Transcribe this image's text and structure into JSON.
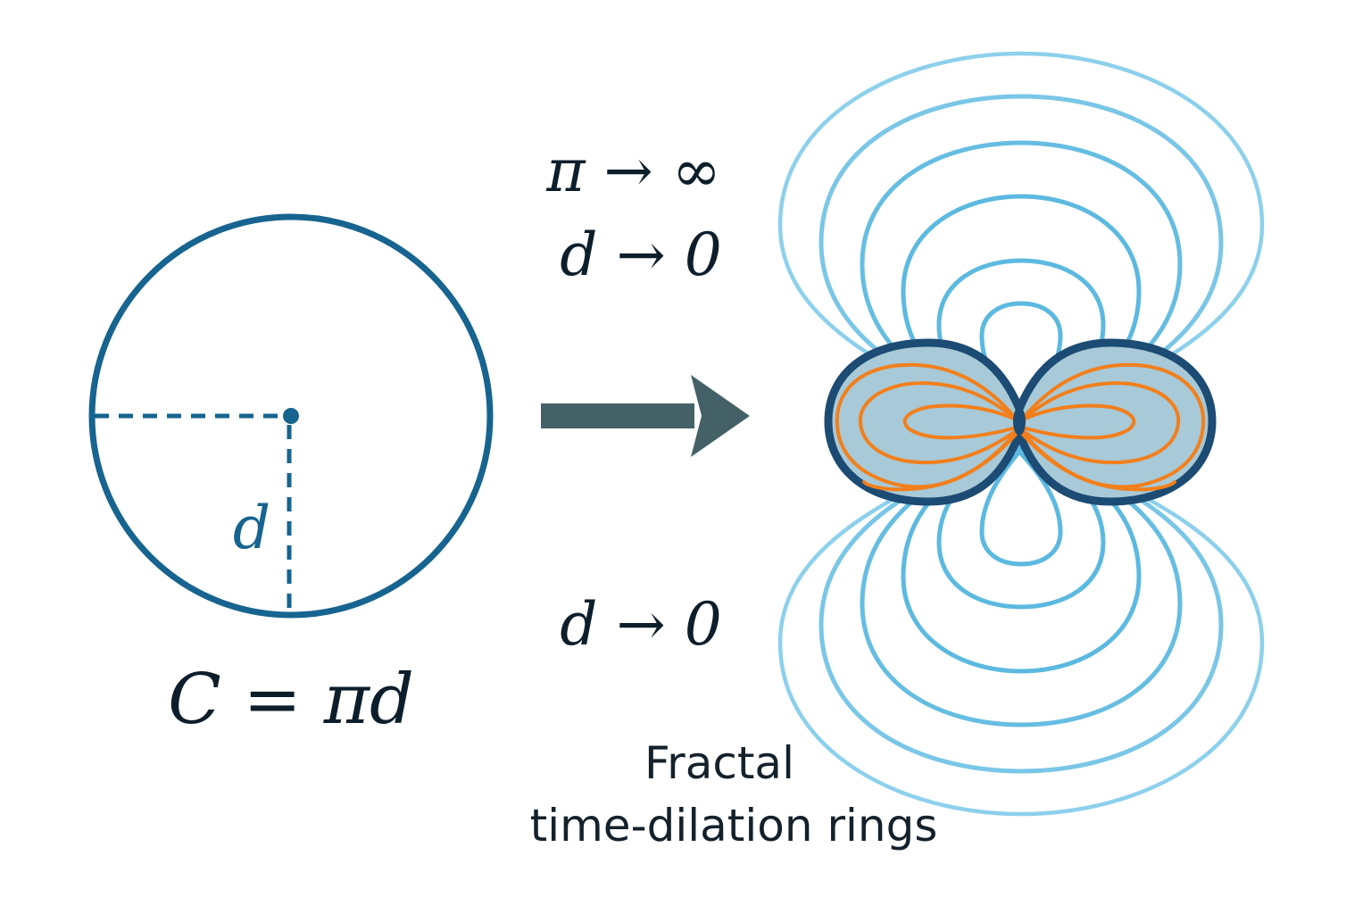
{
  "left_figure": {
    "radius_label": "d",
    "formula": "C = πd"
  },
  "middle": {
    "limit_pi": "π → ∞",
    "limit_d_top": "d → 0",
    "limit_d_bottom": "d → 0"
  },
  "right_figure": {
    "caption_line1": "Fractal",
    "caption_line2": "time-dilation rings"
  },
  "colors": {
    "circle": "#16648f",
    "arrow": "#456168",
    "rings": "#5cb9e0",
    "lobe_fill": "#a8c9d7",
    "lobe_outline": "#1c4b73",
    "orbits": "#f27f1b",
    "text": "#0d1e2b"
  },
  "icons": {
    "arrow": "right-arrow-icon"
  }
}
